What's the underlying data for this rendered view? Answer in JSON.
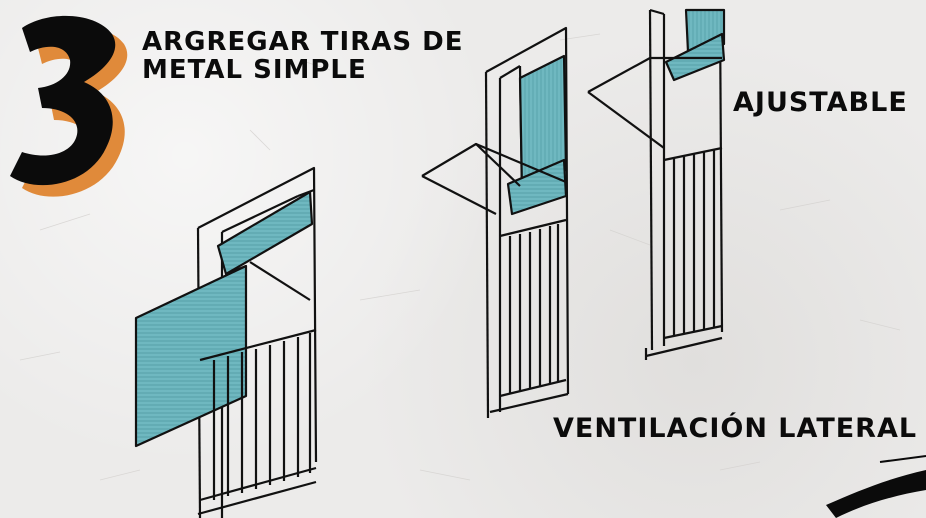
{
  "step_number": "3",
  "heading": {
    "line1": "ARGREGAR TIRAS DE",
    "line2": "METAL SIMPLE"
  },
  "labels": {
    "adjustable": "AJUSTABLE",
    "side_ventilation": "VENTILACIÓN LATERAL"
  },
  "colors": {
    "paper": "#ecebea",
    "ink": "#0b0b0b",
    "accent_orange": "#e08a3a",
    "awning_teal": "#6fb8c0"
  }
}
